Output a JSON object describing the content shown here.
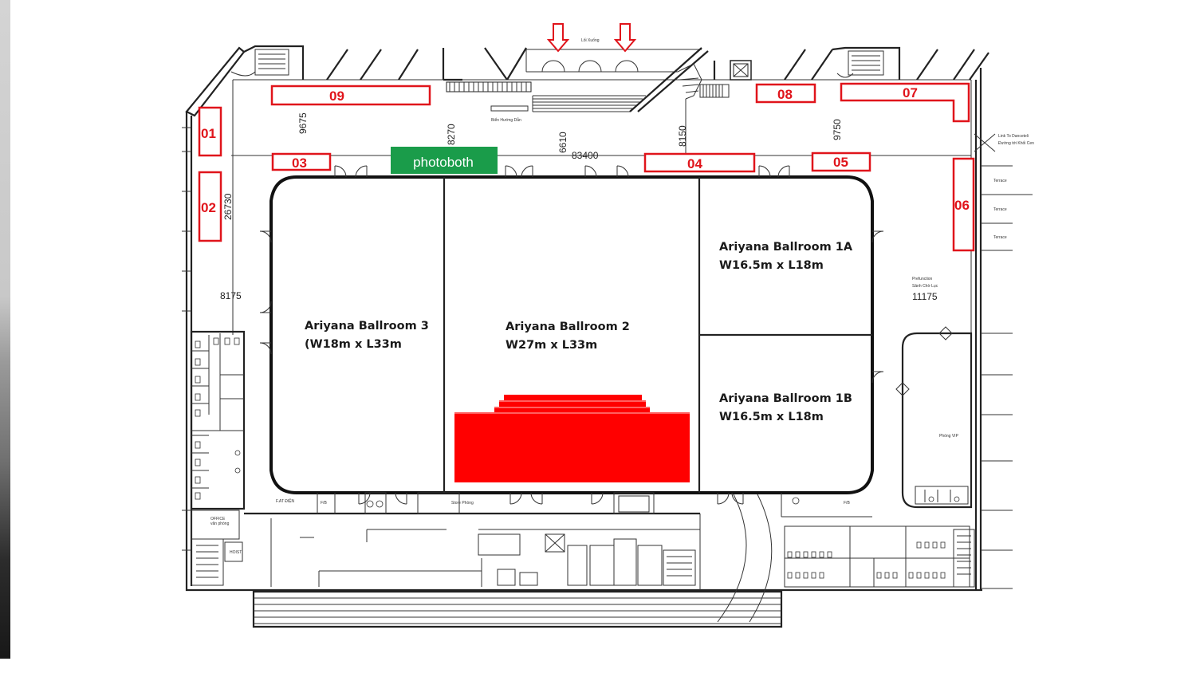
{
  "rooms": {
    "ballroom_3": {
      "name": "Ariyana Ballroom 3",
      "size": "(W18m x L33m"
    },
    "ballroom_2": {
      "name": "Ariyana Ballroom 2",
      "size": "W27m x L33m"
    },
    "ballroom_1a": {
      "name": "Ariyana Ballroom 1A",
      "size": "W16.5m x L18m"
    },
    "ballroom_1b": {
      "name": "Ariyana Ballroom 1B",
      "size": "W16.5m x L18m"
    }
  },
  "booths": {
    "b01": "01",
    "b02": "02",
    "b03": "03",
    "b04": "04",
    "b05": "05",
    "b06": "06",
    "b07": "07",
    "b08": "08",
    "b09": "09"
  },
  "photobooth": {
    "label": "photoboth",
    "color": "#1a9c4a"
  },
  "stage": {
    "color": "#ff0000"
  },
  "dimensions": {
    "d9675": "9675",
    "d8270": "8270",
    "d6610": "6610",
    "d8150": "8150",
    "d9750": "9750",
    "d83400": "83400",
    "d26730": "26730",
    "d8175": "8175",
    "d11175": "11175"
  },
  "small_labels": {
    "entrance": "Lối Xuống",
    "sign": "Biển Hướng Dẫn",
    "link1": "Link To Danceteli",
    "link2": "Đường tới Khối Cen",
    "terrace1": "Terrace",
    "terrace2": "Terrace",
    "terrace3": "Terrace",
    "prefunction1": "Prefunction",
    "prefunction2": "Sảnh Chờ Lục",
    "vip": "Phòng VIP",
    "office1": "OFFICE",
    "office2": "văn phòng",
    "fb": "F/B",
    "fb2": "F/B",
    "fatdien": "F.AT ĐIỆN",
    "store": "Store Phòng",
    "hoist": "HOIST"
  },
  "colors": {
    "booth_outline": "#e0141b",
    "arrow": "#e0141b",
    "walls": "#222222"
  }
}
